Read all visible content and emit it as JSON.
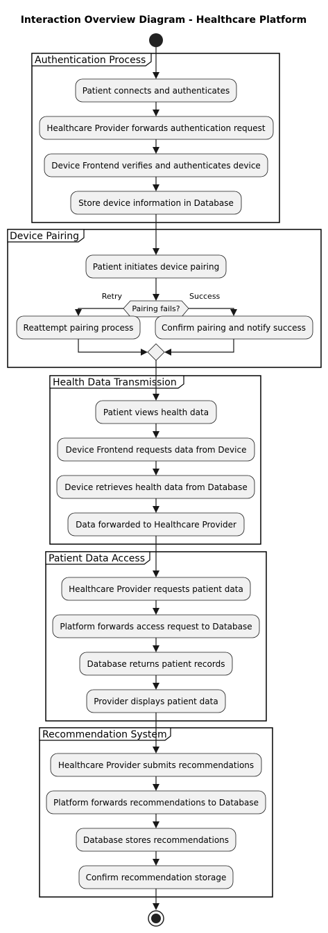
{
  "title": "Interaction Overview Diagram - Healthcare Platform",
  "groups": [
    {
      "label": "Authentication Process",
      "activities": [
        "Patient connects and authenticates",
        "Healthcare Provider forwards authentication request",
        "Device Frontend verifies and authenticates device",
        "Store device information in Database"
      ]
    },
    {
      "label": "Device Pairing",
      "activities": [
        "Patient initiates device pairing"
      ],
      "decision": {
        "question": "Pairing fails?",
        "left_label": "Retry",
        "right_label": "Success",
        "left_activity": "Reattempt pairing process",
        "right_activity": "Confirm pairing and notify success"
      }
    },
    {
      "label": "Health Data Transmission",
      "activities": [
        "Patient views health data",
        "Device Frontend requests data from Device",
        "Device retrieves health data from Database",
        "Data forwarded to Healthcare Provider"
      ]
    },
    {
      "label": "Patient Data Access",
      "activities": [
        "Healthcare Provider requests patient data",
        "Platform forwards access request to Database",
        "Database returns patient records",
        "Provider displays patient data"
      ]
    },
    {
      "label": "Recommendation System",
      "activities": [
        "Healthcare Provider submits recommendations",
        "Platform forwards recommendations to Database",
        "Database stores recommendations",
        "Confirm recommendation storage"
      ]
    }
  ]
}
